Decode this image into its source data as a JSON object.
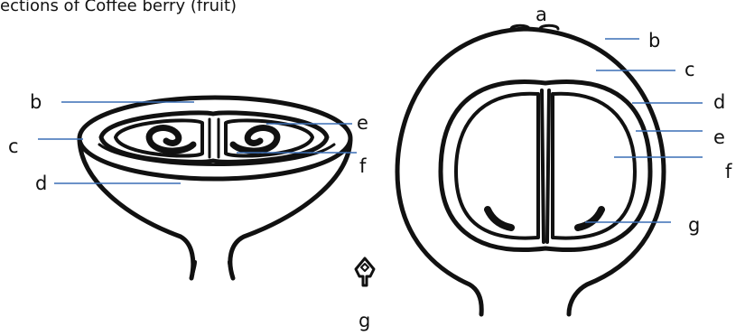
{
  "title": "ections of Coffee berry (fruit)",
  "colors": {
    "outline": "#111111",
    "leader": "#3a6fb5",
    "background": "#ffffff"
  },
  "labels": {
    "left": {
      "b": "b",
      "c": "c",
      "d": "d",
      "e": "e",
      "f": "f"
    },
    "right": {
      "a": "a",
      "b": "b",
      "c": "c",
      "d": "d",
      "e": "e",
      "f": "f",
      "g": "g"
    },
    "small": {
      "g": "g"
    }
  }
}
